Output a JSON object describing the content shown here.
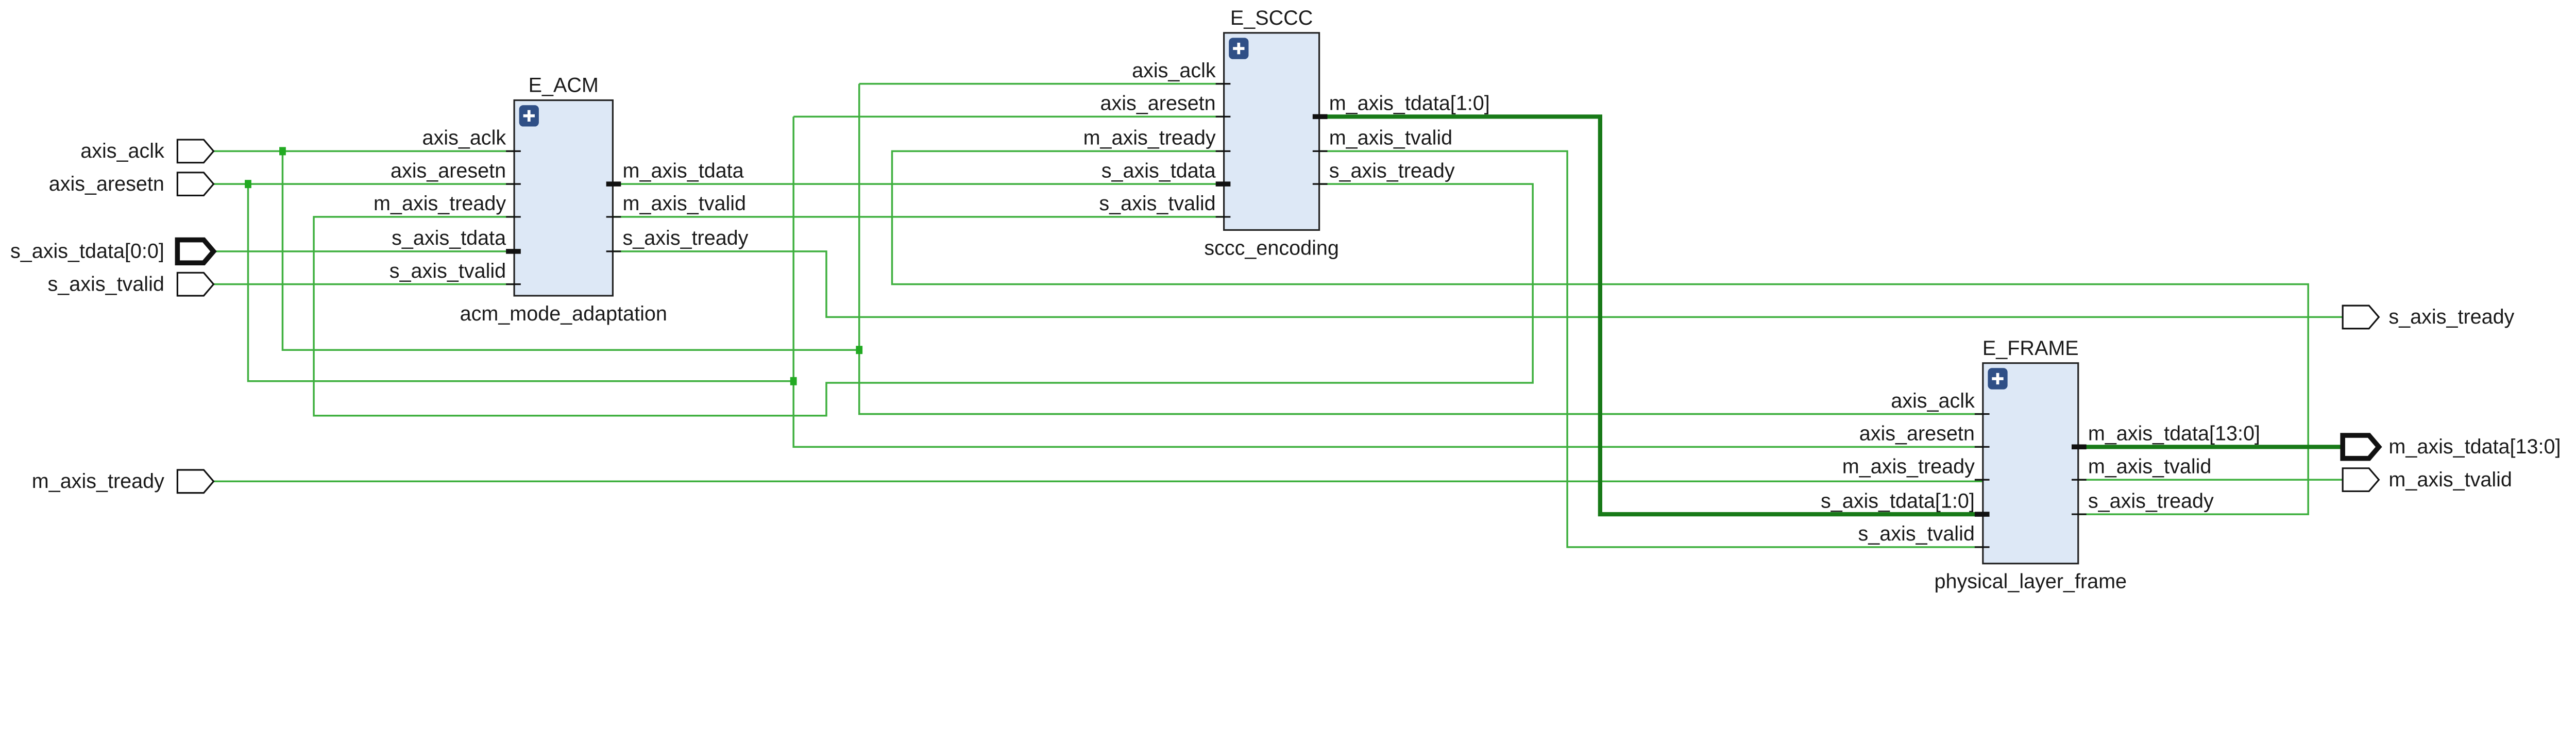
{
  "diagram_type": "block-design-schematic",
  "colors": {
    "wire": "#3fb03f",
    "bus": "#187a18",
    "block_fill": "#dde8f6",
    "expand_icon": "#2f4f86"
  },
  "input_ports": [
    {
      "name": "axis_aclk",
      "bus": false
    },
    {
      "name": "axis_aresetn",
      "bus": false
    },
    {
      "name": "s_axis_tdata[0:0]",
      "bus": true
    },
    {
      "name": "s_axis_tvalid",
      "bus": false
    },
    {
      "name": "m_axis_tready",
      "bus": false
    }
  ],
  "output_ports": [
    {
      "name": "s_axis_tready",
      "bus": false
    },
    {
      "name": "m_axis_tdata[13:0]",
      "bus": true
    },
    {
      "name": "m_axis_tvalid",
      "bus": false
    }
  ],
  "blocks": [
    {
      "title": "E_ACM",
      "instance": "acm_mode_adaptation",
      "icon": "plus-expand-icon",
      "inputs": [
        "axis_aclk",
        "axis_aresetn",
        "m_axis_tready",
        "s_axis_tdata",
        "s_axis_tvalid"
      ],
      "outputs": [
        "m_axis_tdata",
        "m_axis_tvalid",
        "s_axis_tready"
      ]
    },
    {
      "title": "E_SCCC",
      "instance": "sccc_encoding",
      "icon": "plus-expand-icon",
      "inputs": [
        "axis_aclk",
        "axis_aresetn",
        "m_axis_tready",
        "s_axis_tdata",
        "s_axis_tvalid"
      ],
      "outputs": [
        "m_axis_tdata[1:0]",
        "m_axis_tvalid",
        "s_axis_tready"
      ]
    },
    {
      "title": "E_FRAME",
      "instance": "physical_layer_frame",
      "icon": "plus-expand-icon",
      "inputs": [
        "axis_aclk",
        "axis_aresetn",
        "m_axis_tready",
        "s_axis_tdata[1:0]",
        "s_axis_tvalid"
      ],
      "outputs": [
        "m_axis_tdata[13:0]",
        "m_axis_tvalid",
        "s_axis_tready"
      ]
    }
  ]
}
